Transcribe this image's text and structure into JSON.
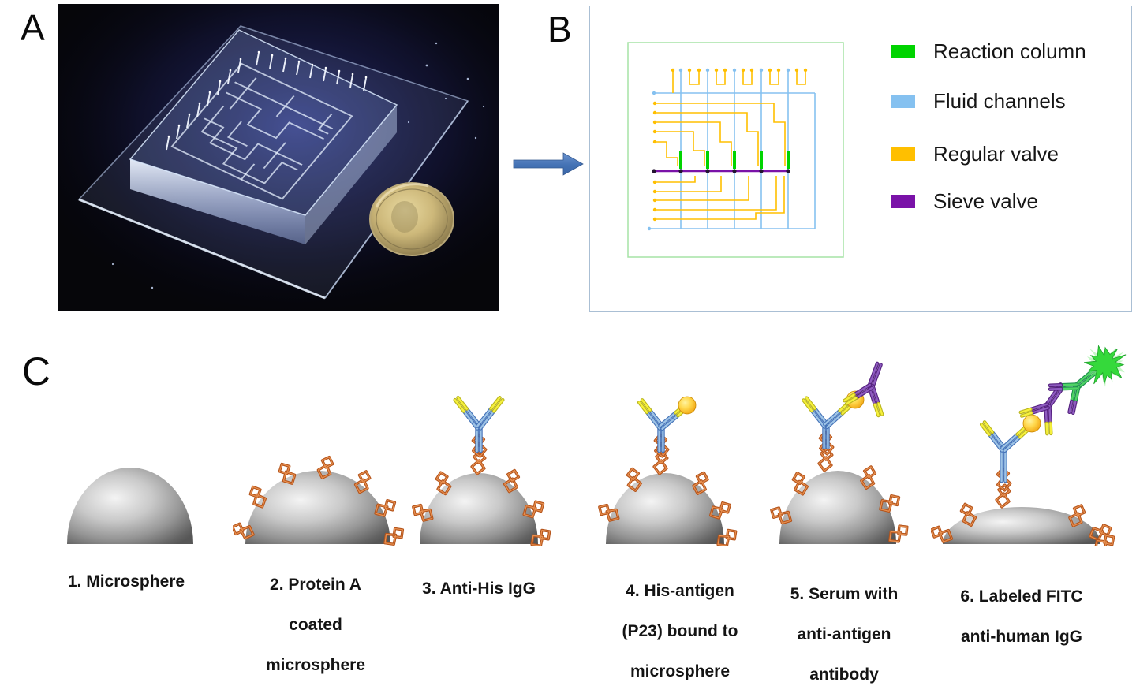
{
  "panels": {
    "a_label": "A",
    "b_label": "B",
    "c_label": "C"
  },
  "legend": {
    "items": [
      {
        "label": "Reaction column",
        "color": "#00d400"
      },
      {
        "label": "Fluid channels",
        "color": "#85c1f0"
      },
      {
        "label": "Regular valve",
        "color": "#ffbf00"
      },
      {
        "label": "Sieve valve",
        "color": "#7a12a8"
      }
    ]
  },
  "palette": {
    "microsphere_gray": "#9a9a9a",
    "protein_a_orange": "#b55a1e",
    "igg_blue": "#9dc3e6",
    "igg_outline": "#4472b8",
    "tip_yellow": "#f5f03c",
    "antigen_gold": "#ffd21e",
    "serum_purple": "#8e5bc0",
    "fitc_green": "#35d93b"
  },
  "steps": [
    {
      "lines": [
        "1. Microsphere",
        "",
        ""
      ],
      "components": {
        "protein_a": false,
        "anti_his_igg": false,
        "antigen": false,
        "serum_antibody": false,
        "fitc_antibody": false
      }
    },
    {
      "lines": [
        "2. Protein A",
        "coated",
        "microsphere"
      ],
      "components": {
        "protein_a": true,
        "anti_his_igg": false,
        "antigen": false,
        "serum_antibody": false,
        "fitc_antibody": false
      }
    },
    {
      "lines": [
        "3. Anti-His IgG",
        "",
        ""
      ],
      "components": {
        "protein_a": true,
        "anti_his_igg": true,
        "antigen": false,
        "serum_antibody": false,
        "fitc_antibody": false
      }
    },
    {
      "lines": [
        "4. His-antigen",
        "(P23) bound to",
        "microsphere"
      ],
      "components": {
        "protein_a": true,
        "anti_his_igg": true,
        "antigen": true,
        "serum_antibody": false,
        "fitc_antibody": false
      }
    },
    {
      "lines": [
        "5. Serum with",
        "anti-antigen",
        "antibody"
      ],
      "components": {
        "protein_a": true,
        "anti_his_igg": true,
        "antigen": true,
        "serum_antibody": true,
        "fitc_antibody": false
      }
    },
    {
      "lines": [
        "6. Labeled FITC",
        "anti-human IgG",
        ""
      ],
      "components": {
        "protein_a": true,
        "anti_his_igg": true,
        "antigen": true,
        "serum_antibody": true,
        "fitc_antibody": true
      }
    }
  ]
}
